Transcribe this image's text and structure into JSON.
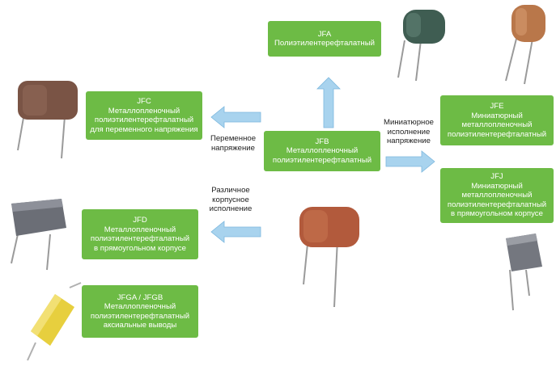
{
  "nodes": {
    "jfa": {
      "lines": [
        "JFA",
        "Полиэтилентерефталатный"
      ]
    },
    "jfc": {
      "lines": [
        "JFC",
        "Металлопленочный",
        "полиэтилентерефталатный",
        "для переменного напряжения"
      ]
    },
    "jfb": {
      "lines": [
        "JFB",
        "Металлопленочный",
        "полиэтилентерефталатный"
      ]
    },
    "jfe": {
      "lines": [
        "JFE",
        "Миниатюрный",
        "металлопленочный",
        "полиэтилентерефталатный"
      ]
    },
    "jfj": {
      "lines": [
        "JFJ",
        "Миниатюрный",
        "металлопленочный",
        "полиэтилентерефталатный",
        "в прямоугольном корпусе"
      ]
    },
    "jfd": {
      "lines": [
        "JFD",
        "Металлопленочный",
        "полиэтилентерефталатный",
        "в прямоугольном корпусе"
      ]
    },
    "jfga": {
      "lines": [
        "JFGA / JFGB",
        "Металлопленочный",
        "полиэтилентерефталатный",
        "аксиальные выводы"
      ]
    }
  },
  "edge_labels": {
    "ac": [
      "Переменное",
      "напряжение"
    ],
    "mini": [
      "Миниатюрное",
      "исполнение",
      "напряжение"
    ],
    "case": [
      "Различное",
      "корпусное",
      "исполнение"
    ]
  },
  "colors": {
    "box": "#6dbb45",
    "arrow": "#a8d3ee",
    "arrow_stroke": "#7db8de"
  }
}
